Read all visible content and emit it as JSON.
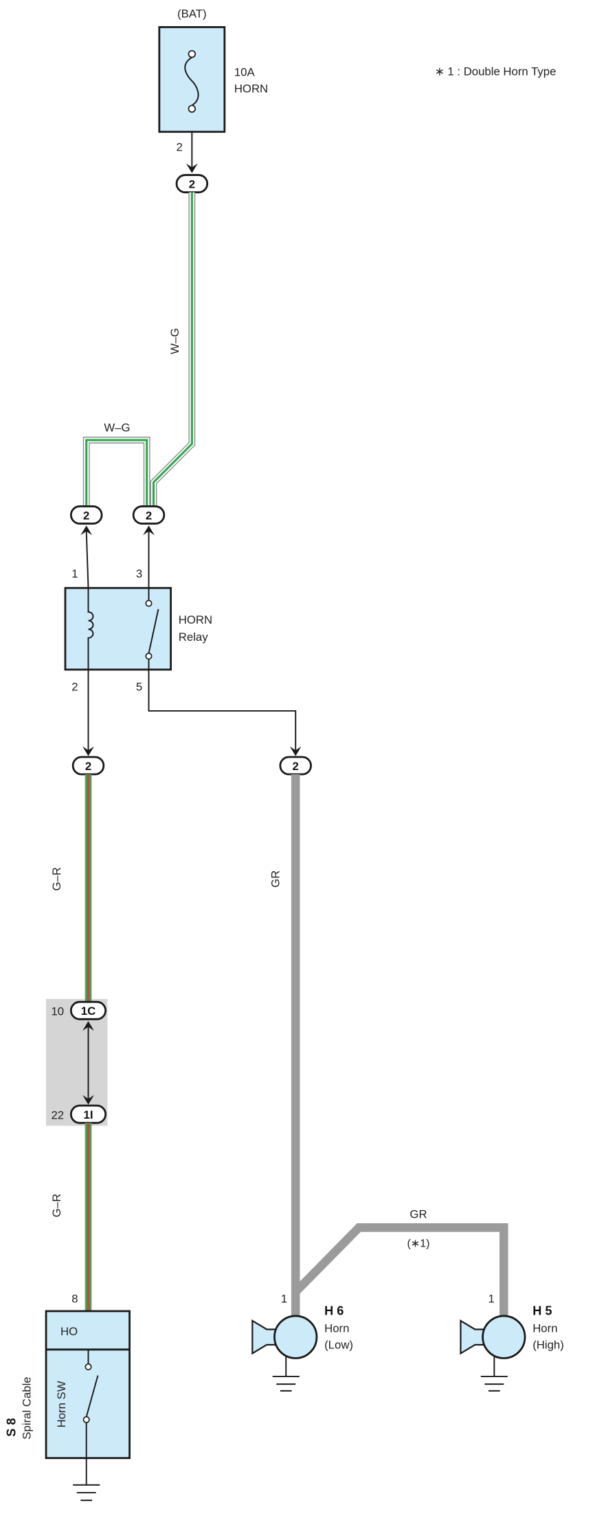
{
  "power_source": "(BAT)",
  "note": "∗ 1 : Double Horn Type",
  "fuse": {
    "rating": "10A",
    "name": "HORN",
    "pin": "2"
  },
  "fuse_connector": {
    "label": "2"
  },
  "wg_wire": {
    "main_label": "W–G",
    "loop_label": "W–G"
  },
  "relay_connectors": {
    "left_in": "2",
    "right_in": "2",
    "left_out": "2",
    "right_out": "2"
  },
  "relay": {
    "name": "HORN",
    "type": "Relay",
    "pins": {
      "p1": "1",
      "p3": "3",
      "p2": "2",
      "p5": "5"
    }
  },
  "gr_wire": {
    "upper_label": "G–R",
    "lower_label": "G–R"
  },
  "junction": {
    "upper": {
      "label": "1C",
      "pin": "10"
    },
    "lower": {
      "label": "1I",
      "pin": "22"
    }
  },
  "horn_wire": {
    "main_label": "GR",
    "branch_label": "GR",
    "branch_note": "(∗1)"
  },
  "spiral_cable": {
    "code": "S 8",
    "name": "Spiral Cable",
    "terminal": "HO",
    "switch": "Horn SW",
    "pin": "8"
  },
  "horn_low": {
    "code": "H 6",
    "name": "Horn",
    "tone": "(Low)",
    "pin": "1"
  },
  "horn_high": {
    "code": "H 5",
    "name": "Horn",
    "tone": "(High)",
    "pin": "1"
  },
  "icons": [
    "fuse-icon",
    "relay-coil-icon",
    "switch-icon",
    "horn-icon",
    "ground-icon"
  ],
  "colors": {
    "component_fill": "#cdeaf8",
    "wire_green": "#2aa84a",
    "wire_red": "#e03a3a",
    "wire_white": "#ffffff",
    "wire_gray": "#9b9b9b",
    "junction_shade": "#d5d5d5",
    "outline": "#1a1a1a"
  }
}
